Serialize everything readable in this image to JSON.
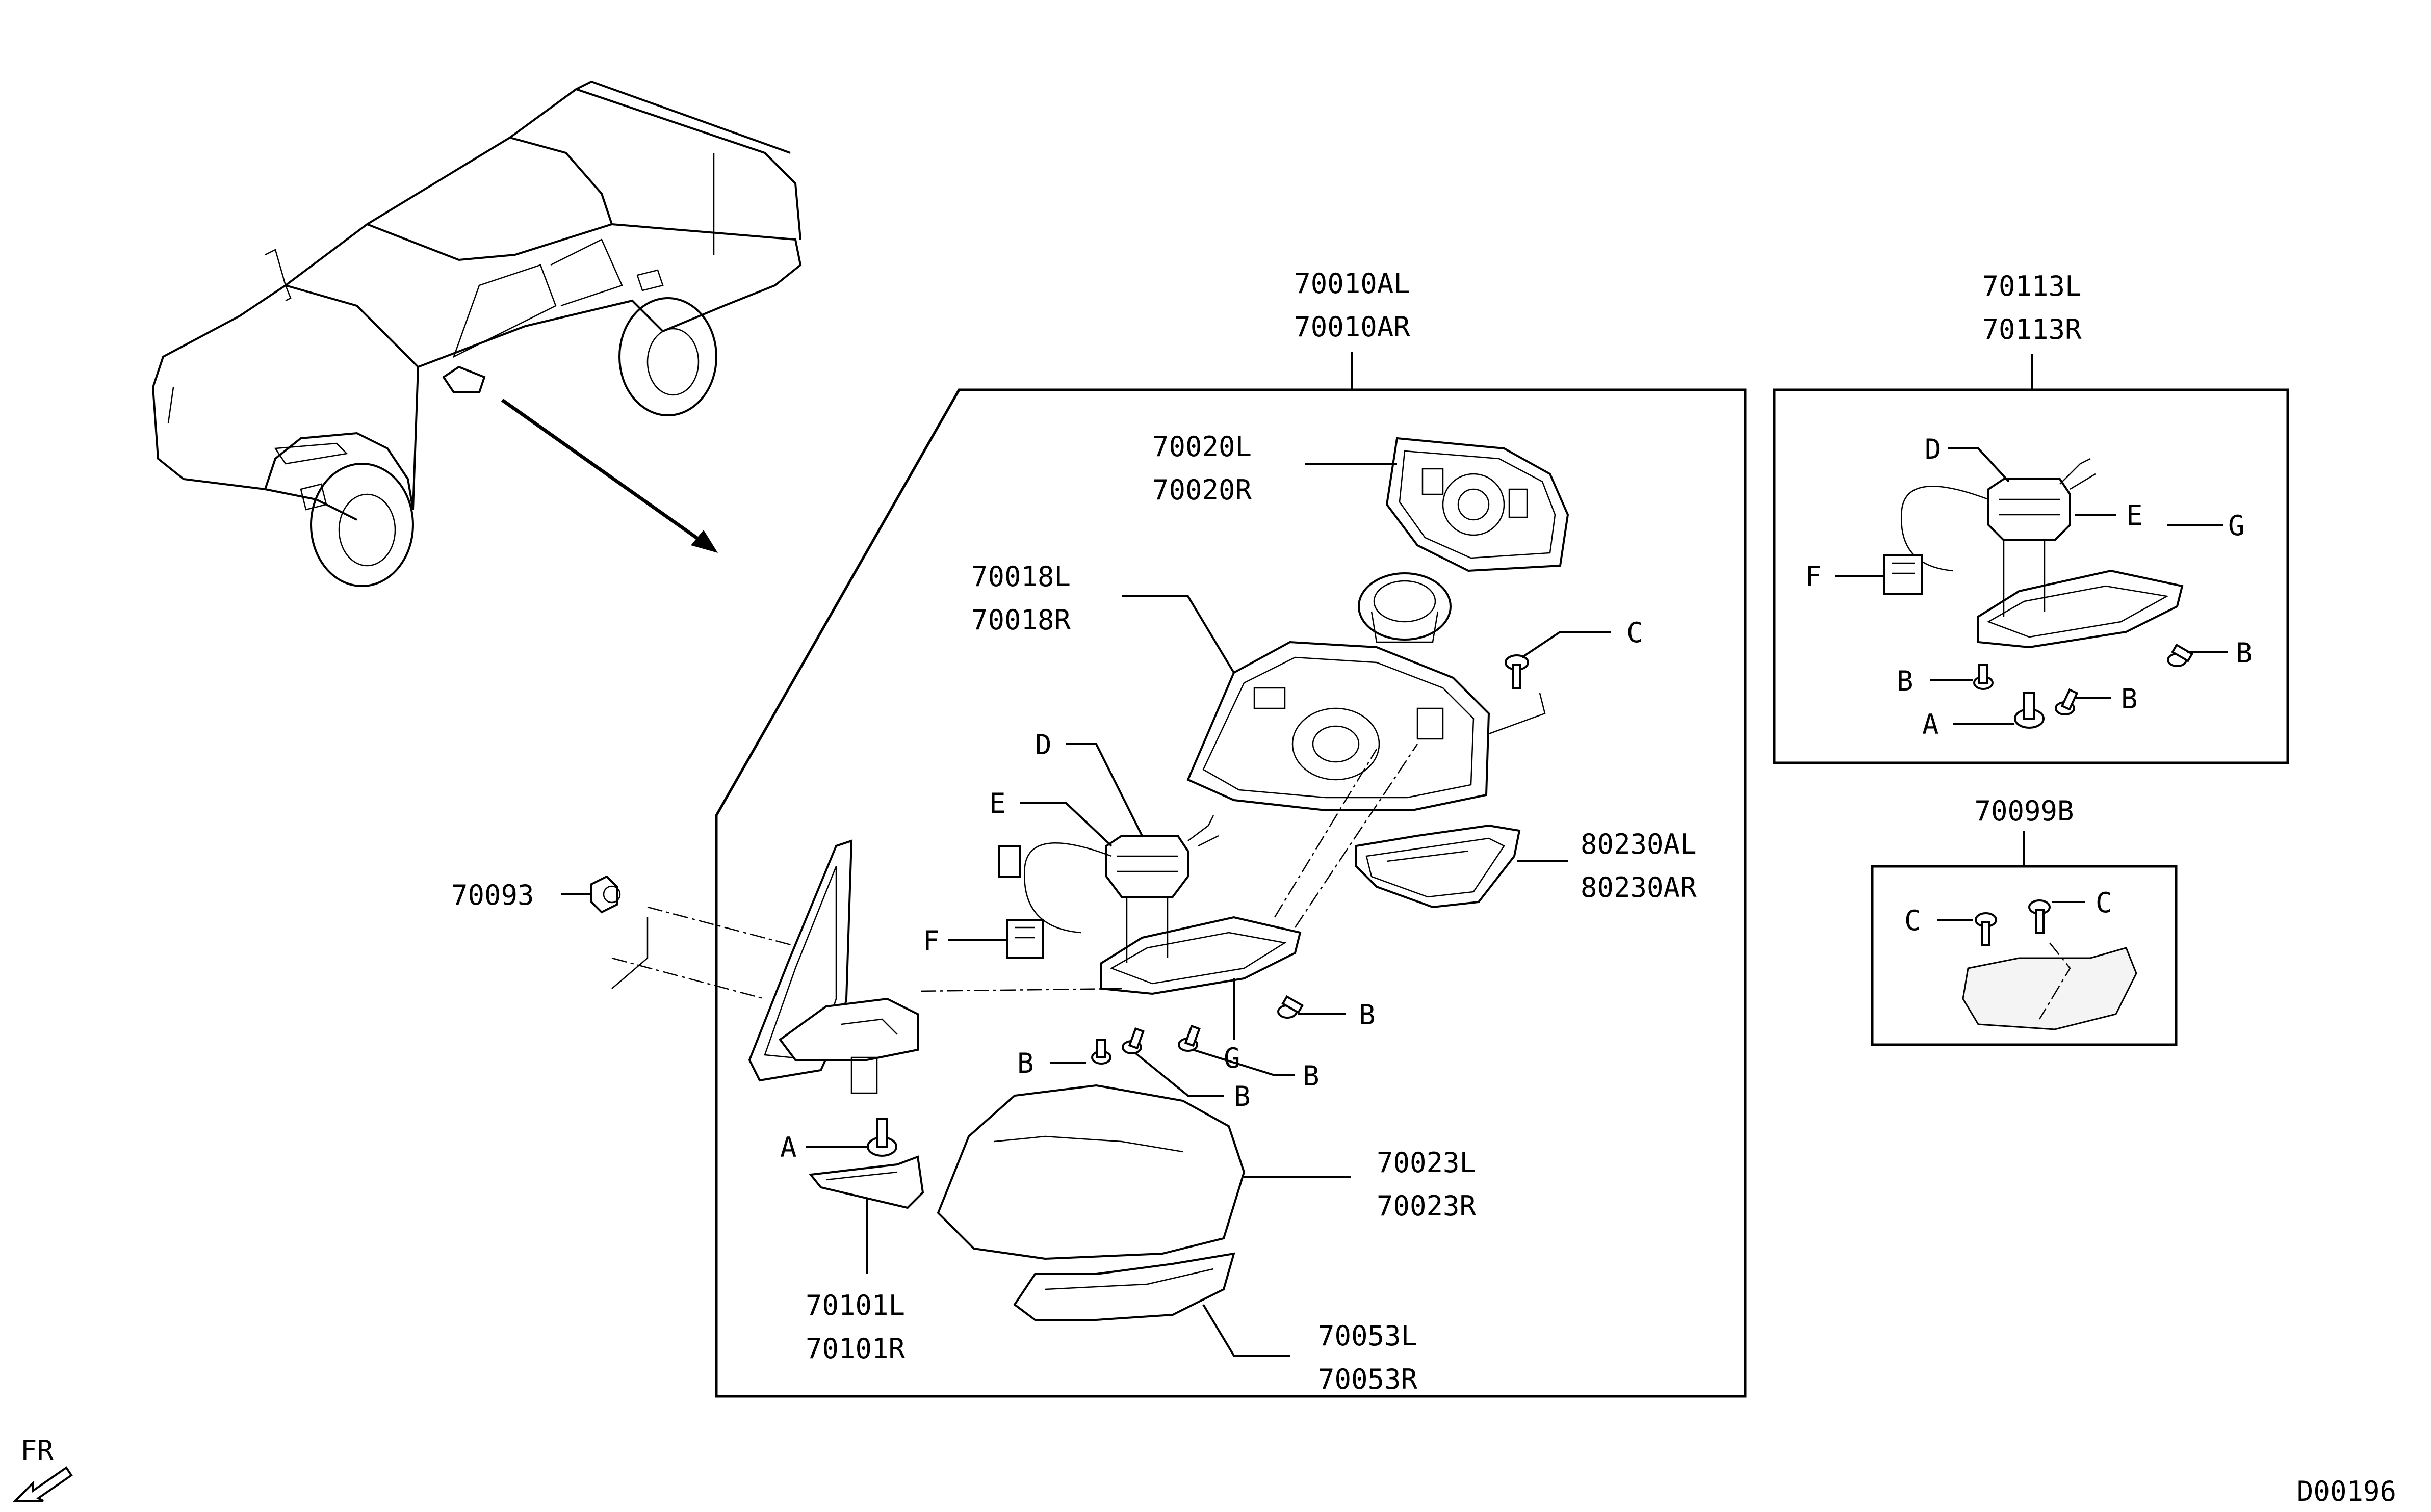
{
  "labels": {
    "mirror_assy_l": "70010AL",
    "mirror_assy_r": "70010AR",
    "glass_l": "70020L",
    "glass_r": "70020R",
    "frame_l": "70018L",
    "frame_r": "70018R",
    "motor_l": "70113L",
    "motor_r": "70113R",
    "cap_l": "70023L",
    "cap_r": "70023R",
    "lamp_l": "80230AL",
    "lamp_r": "80230AR",
    "lamp_cover_l": "70053L",
    "lamp_cover_r": "70053R",
    "base_cover_l": "70101L",
    "base_cover_r": "70101R",
    "nut": "70093",
    "screw_kit": "70099B",
    "ref_a": "A",
    "ref_b": "B",
    "ref_c": "C",
    "ref_d": "D",
    "ref_e": "E",
    "ref_f": "F",
    "ref_g": "G",
    "front_indicator": "FR",
    "diagram_code": "D00196"
  },
  "icons": [
    "truck-illustration",
    "arrow-pointer-icon",
    "front-arrow-icon"
  ]
}
